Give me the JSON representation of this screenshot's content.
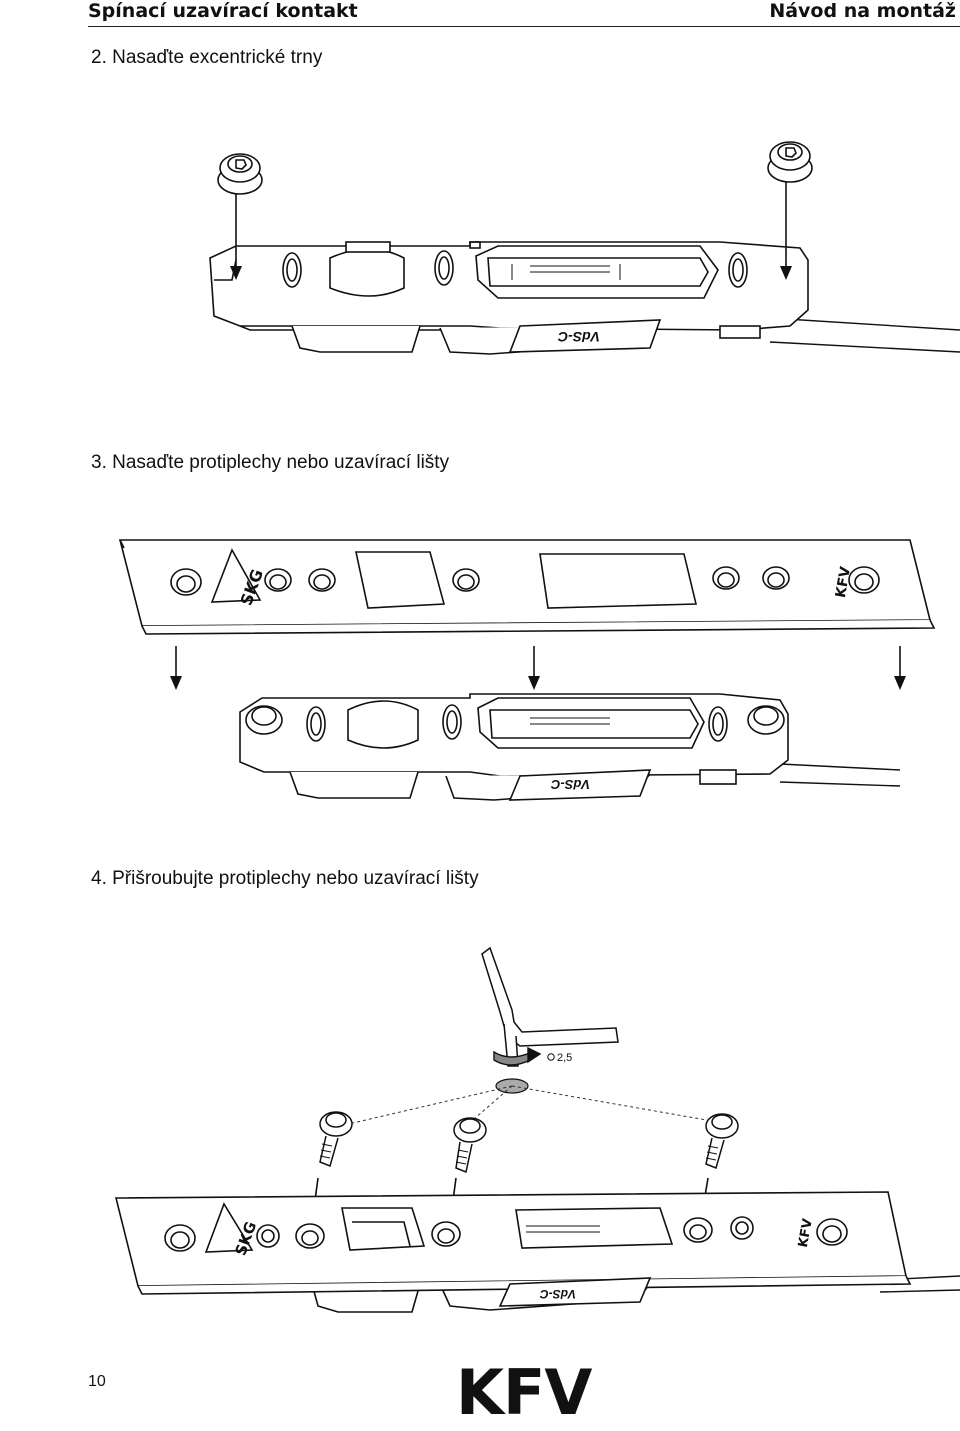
{
  "header": {
    "section_title": "Spínací uzavírací kontakt",
    "doc_title": "Návod na montáž"
  },
  "steps": [
    {
      "label": "2. Nasaďte excentrické trny"
    },
    {
      "label": "3. Nasaďte protiplechy nebo uzavírací lišty"
    },
    {
      "label": "4. Přišroubujte protiplechy nebo uzavírací lišty"
    }
  ],
  "illustration_labels": {
    "product_mark": "VdS-C",
    "certification_mark": "SKG",
    "brand_mark": "KFV",
    "hex_key_size": "2,5"
  },
  "footer": {
    "page_number": "10",
    "brand": "KFV"
  }
}
